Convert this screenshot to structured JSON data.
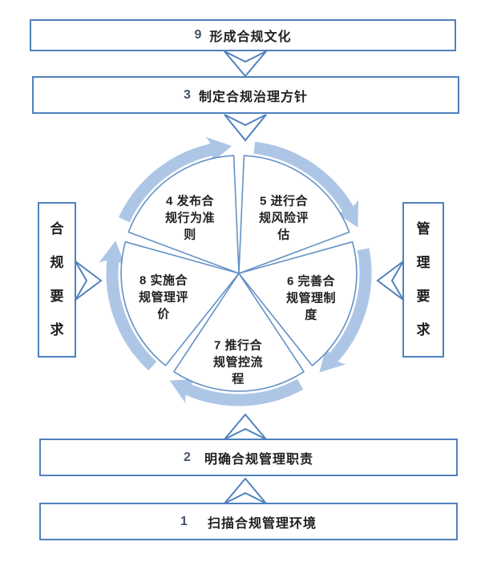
{
  "palette": {
    "box_border_blue": "#4f81bd",
    "cycle_band_blue": "#aec6e6",
    "wedge_line_blue": "#6291c6",
    "text_dark": "#1f1f1f",
    "number_blue_gray": "#44546a"
  },
  "flow_boxes": {
    "top": [
      {
        "num": "9",
        "label": "形成合规文化"
      },
      {
        "num": "3",
        "label": "制定合规治理方针"
      }
    ],
    "bottom": [
      {
        "num": "2",
        "label": "明确合规管理职责"
      },
      {
        "num": "1",
        "label": "扫描合规管理环境"
      }
    ]
  },
  "side_boxes": {
    "left": {
      "label": "合规要求"
    },
    "right": {
      "label": "管理要求"
    }
  },
  "cycle": {
    "direction": "clockwise",
    "wedges": [
      {
        "num": "4",
        "label": "发布合规行为准则",
        "lines": [
          "4 发布合",
          "规行为准",
          "则"
        ]
      },
      {
        "num": "5",
        "label": "进行合规风险评估",
        "lines": [
          "5 进行合",
          "规风险评",
          "估"
        ]
      },
      {
        "num": "6",
        "label": "完善合规管理制度",
        "lines": [
          "6 完善合",
          "规管理制",
          "度"
        ]
      },
      {
        "num": "7",
        "label": "推行合规管控流程",
        "lines": [
          "7 推行合",
          "规管控流",
          "程"
        ]
      },
      {
        "num": "8",
        "label": "实施合规管理评价",
        "lines": [
          "8 实施合",
          "规管理评",
          "价"
        ]
      }
    ]
  }
}
